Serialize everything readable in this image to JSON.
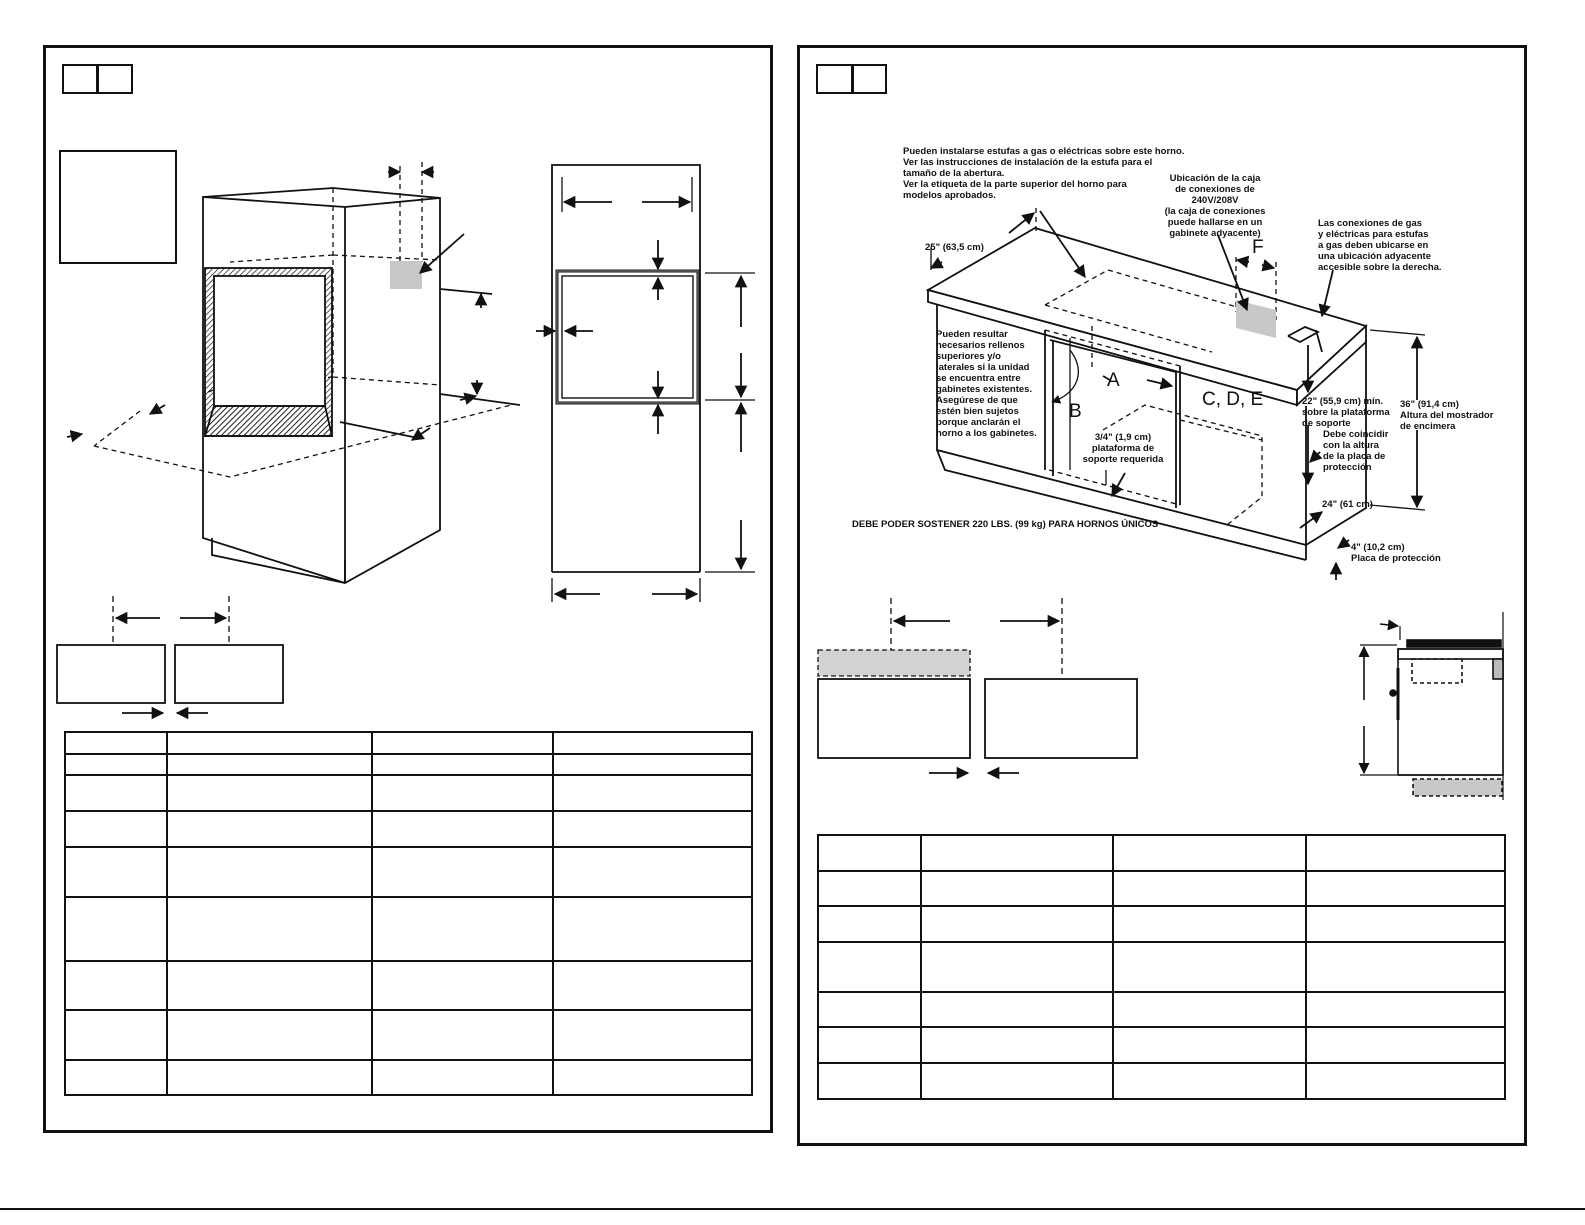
{
  "right_diagram": {
    "note_range_top": [
      "Pueden instalarse estufas a gas o eléctricas sobre este horno.",
      "Ver las instrucciones de instalación de la estufa para el",
      "tamaño de la abertura.",
      "Ver la etiqueta de la parte superior del horno para",
      "modelos aprobados."
    ],
    "note_junction_box": [
      "Ubicación de la caja",
      "de conexiones de",
      "240V/208V",
      "(la caja de conexiones",
      "puede hallarse en un",
      "gabinete adyacente)"
    ],
    "note_gas": [
      "Las conexiones de gas",
      "y eléctricas para estufas",
      "a gas deben ubicarse en",
      "una ubicación adyacente",
      "accesible sobre la derecha."
    ],
    "note_fillers": [
      "Pueden resultar",
      "necesarios rellenos",
      "superiores y/o",
      "laterales si la unidad",
      "se encuentra entre",
      "gabinetes existentes.",
      "Asegúrese de que",
      "estén bien sujetos",
      "porque anclarán el",
      "horno a los gabinetes."
    ],
    "dim_depth": "25\" (63,5 cm)",
    "letter_f": "F",
    "letter_a": "A",
    "letter_b": "B",
    "letter_cde": "C, D, E",
    "note_platform_min": [
      "22\" (55,9 cm) mín.",
      "sobre la plataforma",
      "de soporte"
    ],
    "note_countertop": [
      "36\" (91,4 cm)",
      "Altura del mostrador",
      "de encimera"
    ],
    "note_match": [
      "Debe coincidir",
      "con la altura",
      "de la placa de",
      "protección"
    ],
    "note_platform_req": [
      "3/4\" (1,9 cm)",
      "plataforma de",
      "soporte requerida"
    ],
    "dim_24": "24\" (61 cm)",
    "note_toe": [
      "4\" (10,2 cm)",
      "Placa de protección"
    ],
    "note_support": "DEBE PODER SOSTENER 220 LBS. (99 kg) PARA HORNOS ÚNICOS"
  }
}
